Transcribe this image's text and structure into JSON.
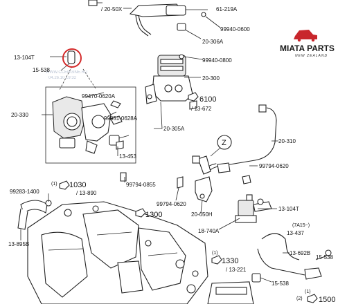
{
  "labels": {
    "l_20_50x": "/ 20-50X",
    "l_61_219a": "61-219A",
    "l_99940_0600": "99940-0600",
    "l_20_306a": "20-306A",
    "l_13_104t_a": "13-104T",
    "l_15_538_a": "15-538",
    "l_99940_0800": "99940-0800",
    "l_20_300": "20-300",
    "l_99470_0620a": "99470-0620A",
    "l_6100": "6100",
    "l_13_672": "/ 13-672",
    "l_20_330": "20-330",
    "l_99851_0628a": "99851-0628A",
    "l_20_305a": "20-305A",
    "l_20_310": "20-310",
    "l_z": "Z",
    "l_13_453": "13-453",
    "l_99794_0620_a": "99794-0620",
    "l_99794_0855": "99794-0855",
    "l_99283_1400": "99283-1400",
    "l_1030": "1030",
    "l_13_890": "/ 13-890",
    "l_99794_0620_b": "99794-0620",
    "l_20_650h": "20-650H",
    "l_13_104t_b": "13-104T",
    "l_1300_a": "1300",
    "l_18_740a": "18-740A",
    "l_7a15": "(7A15~)",
    "l_13_437": "13-437",
    "l_13_895b": "13-895B",
    "l_13_692b": "13-692B",
    "l_15_538_b": "15-538",
    "l_1330": "1330",
    "l_13_221": "/ 13-221",
    "l_15_538_c": "15-538",
    "l_1500": "1500",
    "l_2": "(2)",
    "l_1_a": "(1)",
    "l_1_b": "(1)",
    "l_1_c": "(1)"
  },
  "logo": {
    "title": "MIATA PARTS",
    "subtitle": "NEW ZEALAND",
    "colors": {
      "car": "#c8262c",
      "text": "#1a1a1a"
    }
  },
  "watermark": {
    "line1": "WWW.CCENGINE.RU",
    "line2": "04.26.10 19:32"
  },
  "highlight": {
    "color": "#d42a2a"
  },
  "icons": {
    "pointing_hand": "pointing-hand-icon",
    "callout_z": "callout-z-icon"
  }
}
